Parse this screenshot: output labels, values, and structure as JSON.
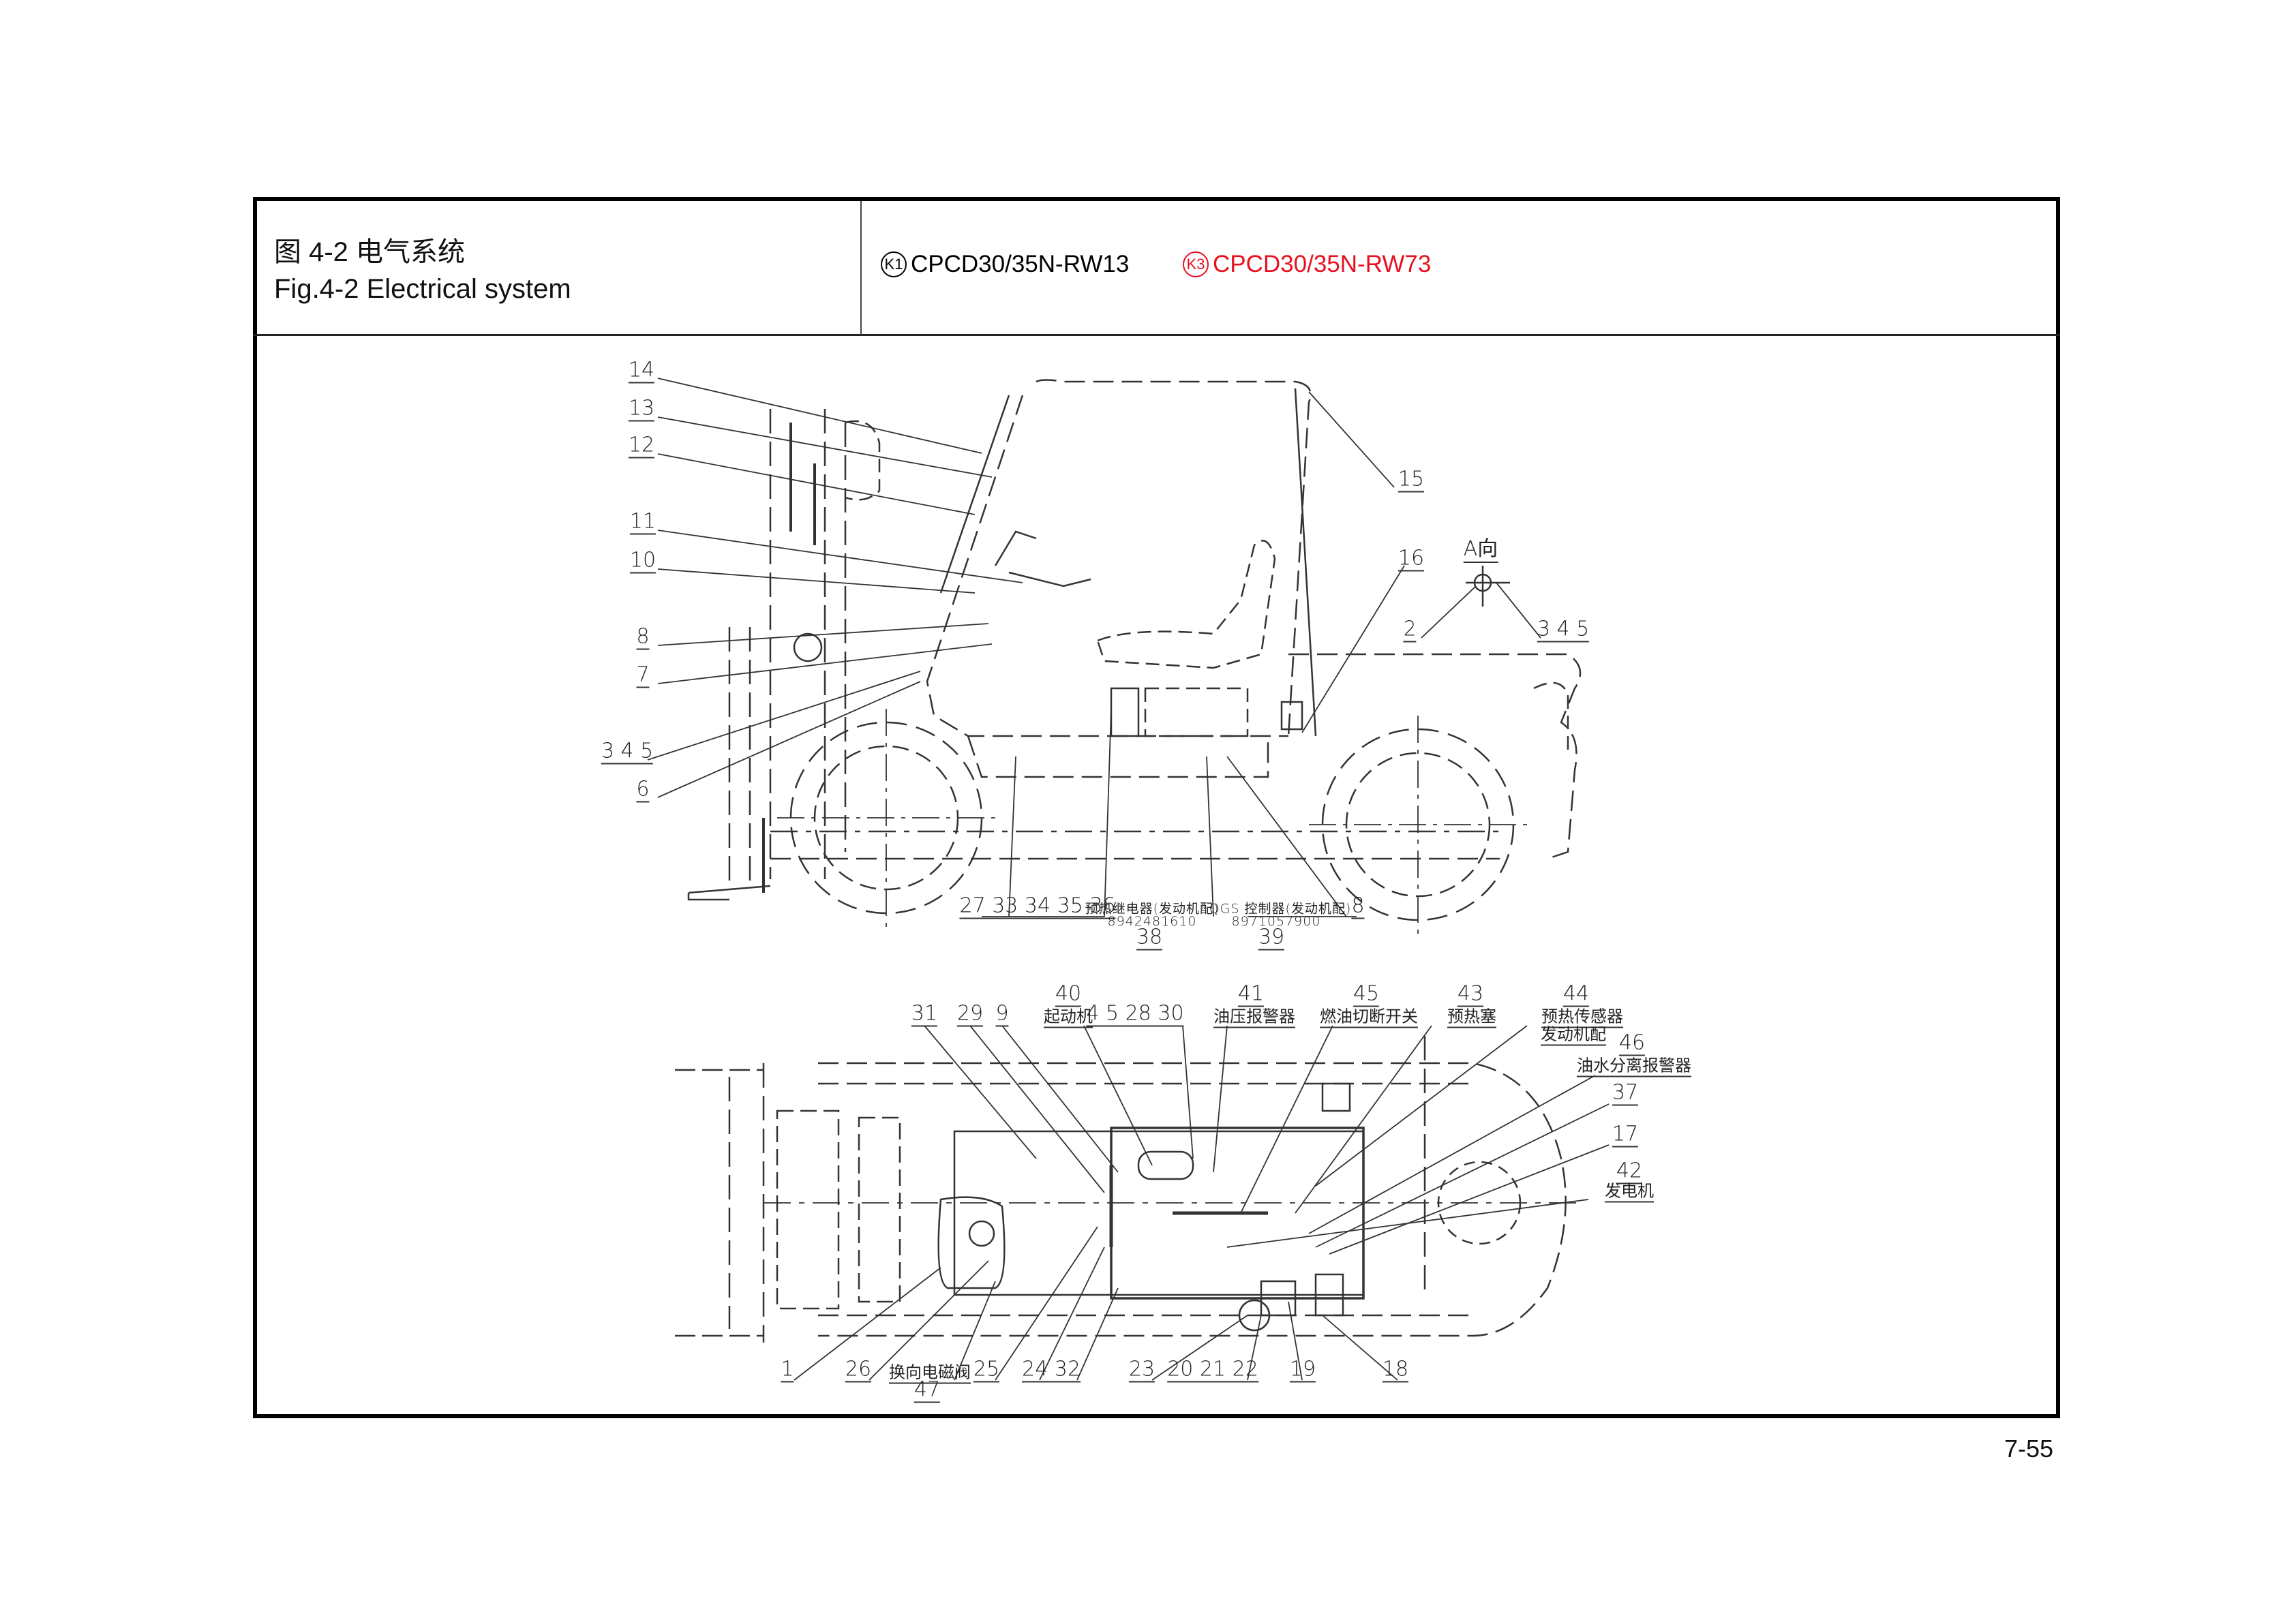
{
  "header": {
    "title_cn": "图 4-2   电气系统",
    "title_en": "Fig.4-2   Electrical system",
    "models": [
      {
        "code": "K1",
        "name": "CPCD30/35N-RW13",
        "color": "#000000"
      },
      {
        "code": "K3",
        "name": "CPCD30/35N-RW73",
        "color": "#e8101e"
      }
    ]
  },
  "side_view_labels": [
    "14",
    "13",
    "12",
    "11",
    "10",
    "8",
    "7",
    "3 4 5",
    "6",
    "15",
    "16",
    "A向",
    "2",
    "3 4 5",
    "27 33 34 35 36",
    "预热继电器(发动机配)",
    "8942481610",
    "38",
    "QGS 控制器(发动机配)",
    "8971057900",
    "39",
    "8"
  ],
  "top_view_labels": [
    "31",
    "29",
    "9",
    "40",
    "起动机",
    "4 5 28 30",
    "41",
    "油压报警器",
    "45",
    "燃油切断开关",
    "43",
    "预热塞",
    "44",
    "预热传感器",
    "发动机配",
    "46",
    "油水分离报警器",
    "37",
    "17",
    "42",
    "发电机",
    "1",
    "26",
    "换向电磁阀",
    "47",
    "25",
    "24 32",
    "23",
    "20 21 22",
    "19",
    "18"
  ],
  "page_number": "7-55"
}
